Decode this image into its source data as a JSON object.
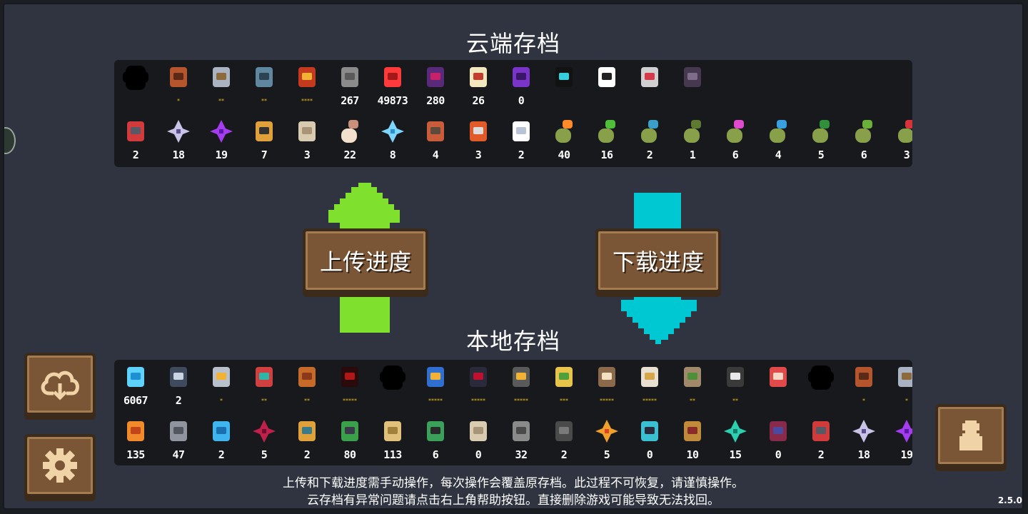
{
  "cloud_title": "云端存档",
  "local_title": "本地存档",
  "upload_label": "上传进度",
  "download_label": "下载进度",
  "notice_line1": "上传和下载进度需手动操作，每次操作会覆盖原存档。此过程不可恢复，请谨慎操作。",
  "notice_line2": "云存档有异常问题请点击右上角帮助按钮。直接删除游戏可能导致无法找回。",
  "version": "2.5.0",
  "colors": {
    "upload_arrow": "#7fe02e",
    "download_arrow": "#00c8d2",
    "wood": "#7a5636",
    "star": "#e6b81e"
  },
  "cloud_row1": [
    {
      "icon": "shadow-silhouette-icon",
      "label": ""
    },
    {
      "icon": "chest-icon",
      "label": "*"
    },
    {
      "icon": "stone-statue-icon",
      "label": "**"
    },
    {
      "icon": "shield-pet-icon",
      "label": "**"
    },
    {
      "icon": "flame-totem-icon",
      "label": "****"
    },
    {
      "icon": "gun-icon",
      "label": "267"
    },
    {
      "icon": "red-gem-icon",
      "label": "49873"
    },
    {
      "icon": "dark-dragon-icon",
      "label": "280"
    },
    {
      "icon": "card-icon",
      "label": "26"
    },
    {
      "icon": "purple-helmet-icon",
      "label": "0"
    },
    {
      "icon": "black-cat-icon",
      "label": ""
    },
    {
      "icon": "panda-icon",
      "label": ""
    },
    {
      "icon": "robot-pet-icon",
      "label": ""
    },
    {
      "icon": "bat-icon",
      "label": ""
    }
  ],
  "cloud_row2": [
    {
      "icon": "red-device-icon",
      "label": "2"
    },
    {
      "icon": "dark-crystal-icon",
      "label": "18"
    },
    {
      "icon": "purple-crystal-icon",
      "label": "19"
    },
    {
      "icon": "circuit-part-icon",
      "label": "7"
    },
    {
      "icon": "scroll-icon",
      "label": "3"
    },
    {
      "icon": "seed-bag-icon",
      "label": "22"
    },
    {
      "icon": "ice-crystal-icon",
      "label": "8"
    },
    {
      "icon": "machine-part-icon",
      "label": "4"
    },
    {
      "icon": "chip-card-icon",
      "label": "3"
    },
    {
      "icon": "feather-icon",
      "label": "2"
    },
    {
      "icon": "seed-carrot-icon",
      "label": "40"
    },
    {
      "icon": "seed-sprout-icon",
      "label": "16"
    },
    {
      "icon": "seed-vine-icon",
      "label": "2"
    },
    {
      "icon": "seed-plain-icon",
      "label": "1"
    },
    {
      "icon": "seed-flower-icon",
      "label": "6"
    },
    {
      "icon": "seed-blue-flower-icon",
      "label": "4"
    },
    {
      "icon": "seed-leaf-icon",
      "label": "5"
    },
    {
      "icon": "seed-stalk-icon",
      "label": "6"
    },
    {
      "icon": "seed-red-icon",
      "label": "3"
    }
  ],
  "local_row1": [
    {
      "icon": "blue-gems-icon",
      "label": "6067"
    },
    {
      "icon": "feather-badge-icon",
      "label": "2"
    },
    {
      "icon": "knight-icon",
      "label": "*"
    },
    {
      "icon": "rogue-icon",
      "label": "**"
    },
    {
      "icon": "wizard-icon",
      "label": "**"
    },
    {
      "icon": "assassin-icon",
      "label": "*****"
    },
    {
      "icon": "shadow-silhouette-icon",
      "label": ""
    },
    {
      "icon": "engineer-icon",
      "label": "*****"
    },
    {
      "icon": "vampire-icon",
      "label": "*****"
    },
    {
      "icon": "paladin-icon",
      "label": "*****"
    },
    {
      "icon": "elf-icon",
      "label": "***"
    },
    {
      "icon": "werewolf-icon",
      "label": "*****"
    },
    {
      "icon": "priest-icon",
      "label": "*****"
    },
    {
      "icon": "druid-icon",
      "label": "**"
    },
    {
      "icon": "robot-icon",
      "label": "**"
    },
    {
      "icon": "berserker-icon",
      "label": ""
    },
    {
      "icon": "shadow-silhouette-icon",
      "label": ""
    },
    {
      "icon": "chest-icon",
      "label": "*"
    },
    {
      "icon": "stone-statue-icon",
      "label": "*"
    }
  ],
  "local_row2": [
    {
      "icon": "orange-ore-icon",
      "label": "135"
    },
    {
      "icon": "gray-ore-icon",
      "label": "47"
    },
    {
      "icon": "blue-fish-icon",
      "label": "2"
    },
    {
      "icon": "red-leaf-icon",
      "label": "5"
    },
    {
      "icon": "horn-icon",
      "label": "2"
    },
    {
      "icon": "battery-icon",
      "label": "80"
    },
    {
      "icon": "wood-plank-icon",
      "label": "113"
    },
    {
      "icon": "green-part-icon",
      "label": "6"
    },
    {
      "icon": "scroll-icon",
      "label": "0"
    },
    {
      "icon": "gear-part-icon",
      "label": "32"
    },
    {
      "icon": "metal-plate-icon",
      "label": "2"
    },
    {
      "icon": "fire-crystal-icon",
      "label": "5"
    },
    {
      "icon": "teal-device-icon",
      "label": "0"
    },
    {
      "icon": "hammer-icon",
      "label": "10"
    },
    {
      "icon": "teal-leaf-icon",
      "label": "15"
    },
    {
      "icon": "frame-icon",
      "label": "0"
    },
    {
      "icon": "red-device-icon",
      "label": "2"
    },
    {
      "icon": "dark-crystal-icon",
      "label": "18"
    },
    {
      "icon": "purple-crystal-icon",
      "label": "19"
    }
  ]
}
